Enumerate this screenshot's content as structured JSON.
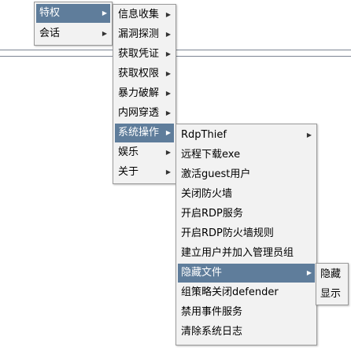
{
  "menu1": {
    "items": [
      {
        "label": "特权",
        "has_submenu": true,
        "selected": true
      },
      {
        "label": "会话",
        "has_submenu": true,
        "selected": false
      }
    ]
  },
  "menu2": {
    "items": [
      {
        "label": "信息收集",
        "has_submenu": true
      },
      {
        "label": "漏洞探测",
        "has_submenu": true
      },
      {
        "label": "获取凭证",
        "has_submenu": true
      },
      {
        "label": "获取权限",
        "has_submenu": true
      },
      {
        "label": "暴力破解",
        "has_submenu": true
      },
      {
        "label": "内网穿透",
        "has_submenu": true
      },
      {
        "label": "系统操作",
        "has_submenu": true,
        "selected": true
      },
      {
        "label": "娱乐",
        "has_submenu": true
      },
      {
        "label": "关于",
        "has_submenu": true
      }
    ]
  },
  "menu3": {
    "items": [
      {
        "label": "RdpThief",
        "has_submenu": true
      },
      {
        "label": "远程下载exe"
      },
      {
        "label": "激活guest用户"
      },
      {
        "label": "关闭防火墙"
      },
      {
        "label": "开启RDP服务"
      },
      {
        "label": "开启RDP防火墙规则"
      },
      {
        "label": "建立用户并加入管理员组"
      },
      {
        "label": "隐藏文件",
        "has_submenu": true,
        "selected": true
      },
      {
        "label": "组策略关闭defender"
      },
      {
        "label": "禁用事件服务"
      },
      {
        "label": "清除系统日志"
      }
    ]
  },
  "menu4": {
    "items": [
      {
        "label": "隐藏"
      },
      {
        "label": "显示"
      }
    ]
  },
  "icons": {
    "submenu_arrow": "triangle-right-icon"
  },
  "colors": {
    "selected_bg": "#5f7d9b",
    "menu_bg": "#f2f2f2",
    "border": "#9a9a9a"
  }
}
